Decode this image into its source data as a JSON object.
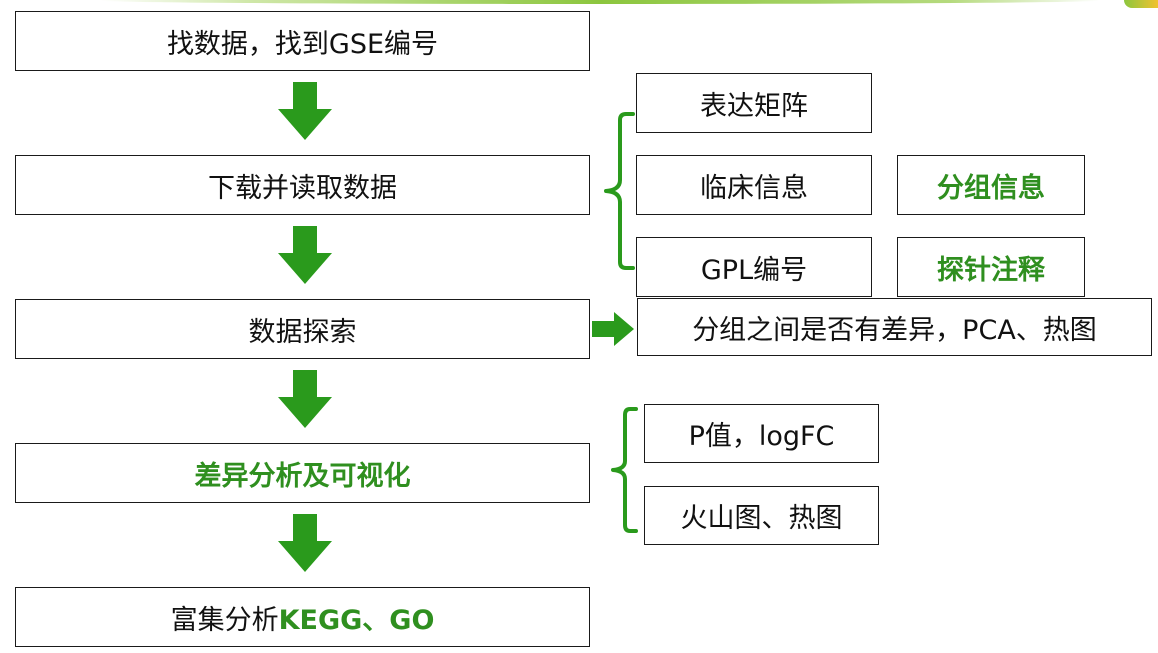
{
  "colors": {
    "arrow": "#2a9a1c",
    "accent_text": "#2f8f1f",
    "border": "#1a1a1a"
  },
  "steps": {
    "step1": "找数据，找到GSE编号",
    "step2": "下载并读取数据",
    "step3": "数据探索",
    "step4": "差异分析及可视化",
    "step5_prefix": "富集分析",
    "step5_accent": "KEGG、GO"
  },
  "download_outputs": {
    "expr": "表达矩阵",
    "clinical": "临床信息",
    "gpl": "GPL编号",
    "group": "分组信息",
    "probe": "探针注释"
  },
  "explore_output": "分组之间是否有差异，PCA、热图",
  "diff_outputs": {
    "pvalue": "P值，logFC",
    "plots": "火山图、热图"
  }
}
